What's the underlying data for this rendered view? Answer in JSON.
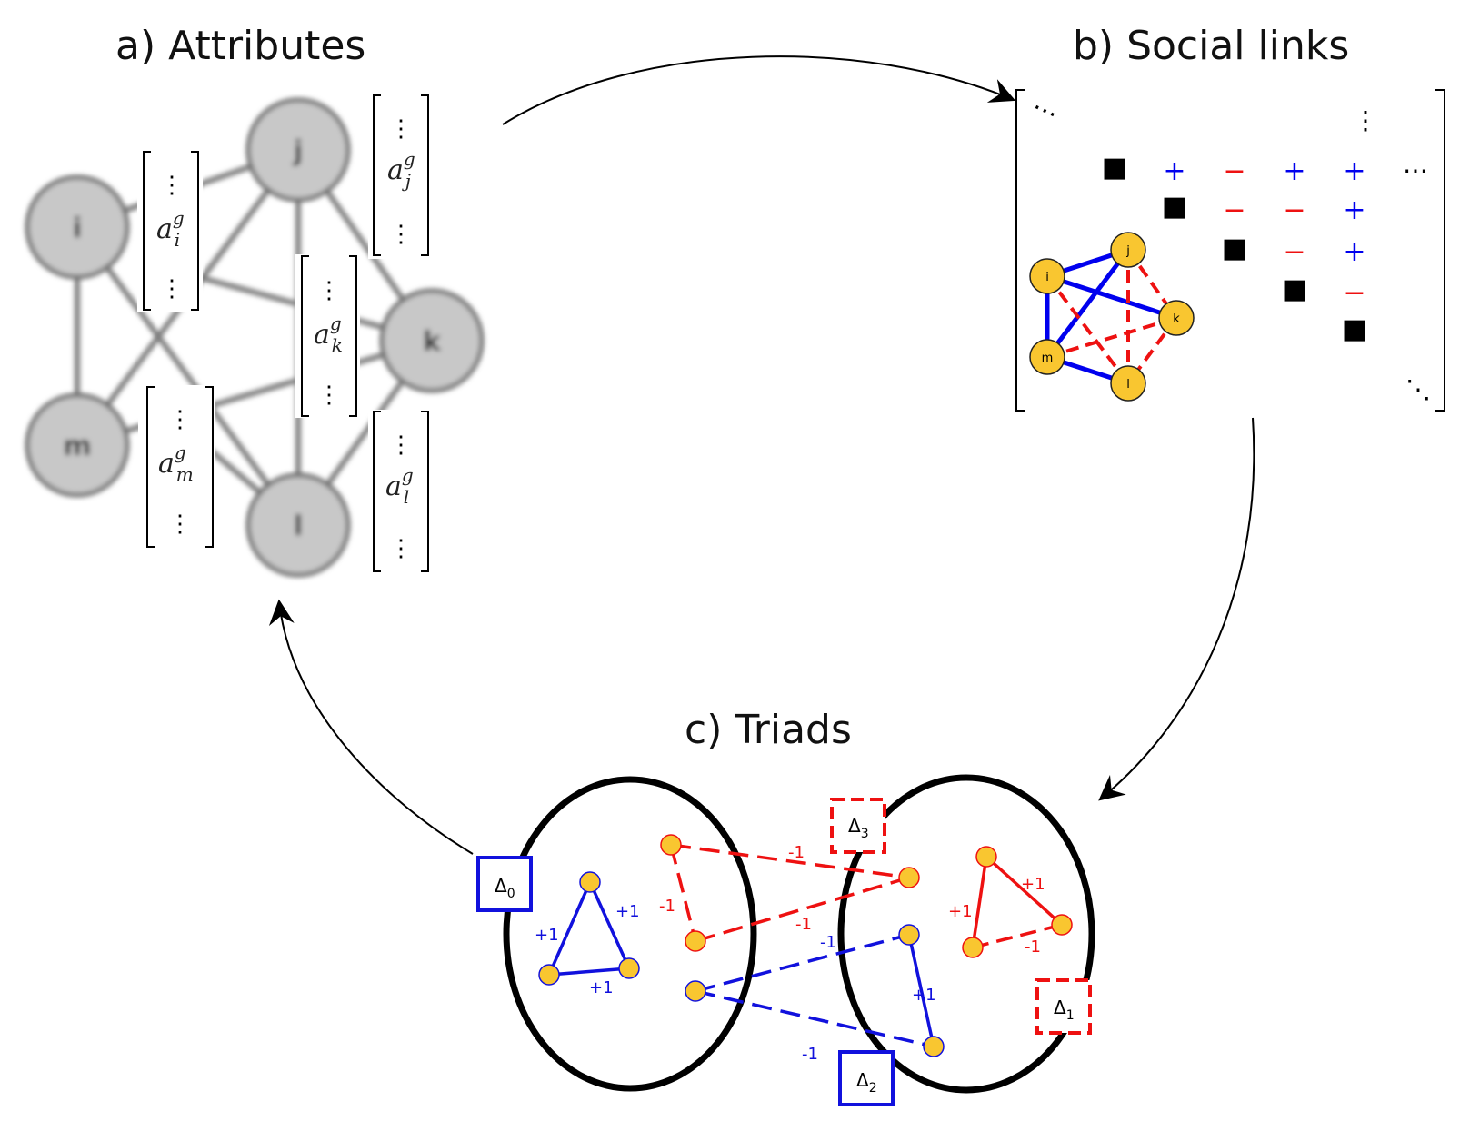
{
  "titles": {
    "attributes": "a) Attributes",
    "social_links": "b) Social links",
    "triads": "c) Triads"
  },
  "attributes": {
    "nodes": [
      "i",
      "j",
      "k",
      "m",
      "l"
    ],
    "vectors": [
      {
        "base": "a",
        "sup": "g",
        "sub": "i"
      },
      {
        "base": "a",
        "sup": "g",
        "sub": "j"
      },
      {
        "base": "a",
        "sup": "g",
        "sub": "k"
      },
      {
        "base": "a",
        "sup": "g",
        "sub": "m"
      },
      {
        "base": "a",
        "sup": "g",
        "sub": "l"
      }
    ],
    "vdots": "⋮"
  },
  "social_links": {
    "ellipsis_h": "⋯",
    "ellipsis_d": "⋱",
    "vdots": "⋮",
    "rows": [
      [
        "■",
        "+",
        "−",
        "+",
        "+"
      ],
      [
        "■",
        "−",
        "−",
        "+"
      ],
      [
        "■",
        "−",
        "+"
      ],
      [
        "■",
        "−"
      ],
      [
        "■"
      ]
    ],
    "graph_nodes": [
      "i",
      "j",
      "k",
      "m",
      "l"
    ],
    "positive_color": "#0000ee",
    "negative_color": "#ee1111",
    "node_color": "#f9c630"
  },
  "triads": {
    "labels": {
      "delta0": {
        "base": "Δ",
        "sub": "0"
      },
      "delta1": {
        "base": "Δ",
        "sub": "1"
      },
      "delta2": {
        "base": "Δ",
        "sub": "2"
      },
      "delta3": {
        "base": "Δ",
        "sub": "3"
      }
    },
    "weights": {
      "blue_left_1": "+1",
      "blue_left_2": "+1",
      "blue_left_3": "+1",
      "red_cross_1": "-1",
      "red_cross_2": "-1",
      "red_cross_3": "-1",
      "blue_cross_1": "-1",
      "blue_cross_2": "-1",
      "blue_right": "+1",
      "red_right_1": "+1",
      "red_right_2": "+1",
      "red_right_3": "-1"
    },
    "balanced_color": "#1111dd",
    "unbalanced_color": "#ee1111",
    "node_color": "#f9c630"
  }
}
